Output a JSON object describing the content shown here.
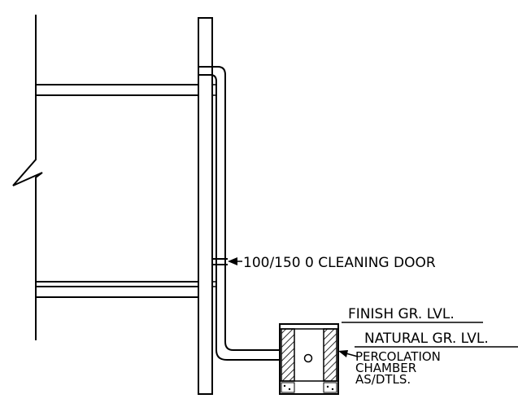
{
  "labels": {
    "cleaning_door": "100/150 0 CLEANING DOOR",
    "finish_level": "FINISH GR. LVL.",
    "natural_level": "NATURAL GR. LVL.",
    "percolation_line1": "PERCOLATION",
    "percolation_line2": "CHAMBER",
    "percolation_line3": "AS/DTLS."
  },
  "colors": {
    "line": "#000000",
    "background": "#ffffff"
  }
}
